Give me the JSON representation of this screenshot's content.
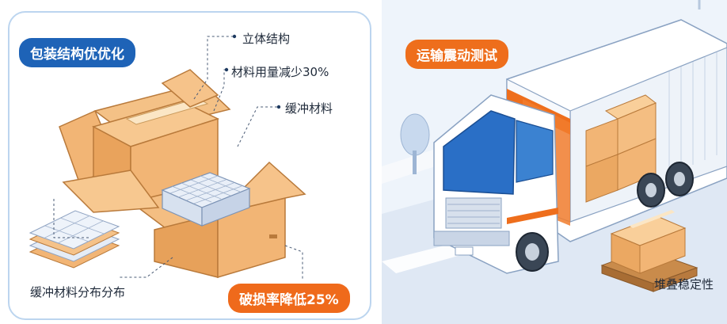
{
  "left_panel": {
    "title": "包装结构优优化",
    "callouts": [
      "立体结构",
      "材料用量减少30%",
      "缓冲材料"
    ],
    "bottom_label": "缓冲材料分布分布",
    "result_badge": "破损率降低25%"
  },
  "right_panel": {
    "title": "运输震动测试",
    "bottom_label": "堆叠稳定性"
  },
  "colors": {
    "blue_accent": "#1e63b7",
    "orange_accent": "#ee6e1c",
    "cardboard": "#f2b575"
  }
}
